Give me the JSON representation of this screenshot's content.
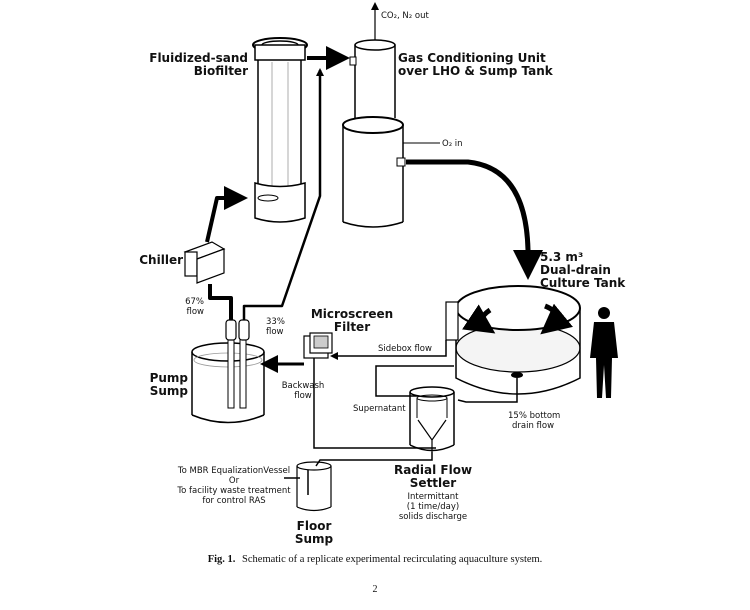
{
  "labels": {
    "co2_out": "CO₂, N₂ out",
    "o2_in": "O₂ in",
    "biofilter_line1": "Fluidized-sand",
    "biofilter_line2": "Biofilter",
    "gcu_line1": "Gas Conditioning Unit",
    "gcu_line2": "over LHO & Sump Tank",
    "tank_line1": "5.3 m³",
    "tank_line2": "Dual-drain",
    "tank_line3": "Culture Tank",
    "chiller": "Chiller",
    "flow67_line1": "67%",
    "flow67_line2": "flow",
    "flow33_line1": "33%",
    "flow33_line2": "flow",
    "microscreen_line1": "Microscreen",
    "microscreen_line2": "Filter",
    "sidebox_flow": "Sidebox flow",
    "pump_line1": "Pump",
    "pump_line2": "Sump",
    "backwash_line1": "Backwash",
    "backwash_line2": "flow",
    "supernatant": "Supernatant",
    "bottom_drain_line1": "15% bottom",
    "bottom_drain_line2": "drain flow",
    "mbr_line1": "To MBR EqualizationVessel",
    "mbr_line2": "Or",
    "mbr_line3": "To facility waste treatment",
    "mbr_line4": "for control RAS",
    "settler_line1": "Radial Flow",
    "settler_line2": "Settler",
    "discharge_line1": "Intermittant",
    "discharge_line2": "(1 time/day)",
    "discharge_line3": "solids discharge",
    "floor_line1": "Floor",
    "floor_line2": "Sump"
  },
  "caption": {
    "prefix": "Fig. 1.",
    "text": "Schematic of a replicate experimental recirculating aquaculture system."
  },
  "page_number": "2"
}
